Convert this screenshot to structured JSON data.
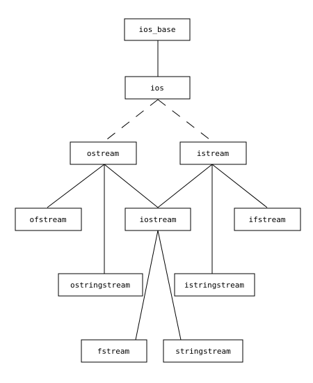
{
  "nodes": {
    "ios_base": "ios_base",
    "ios": "ios",
    "ostream": "ostream",
    "istream": "istream",
    "ofstream": "ofstream",
    "iostream": "iostream",
    "ifstream": "ifstream",
    "ostringstream": "ostringstream",
    "istringstream": "istringstream",
    "fstream": "fstream",
    "stringstream": "stringstream"
  },
  "edges": [
    {
      "from": "ios_base",
      "to": "ios",
      "style": "solid"
    },
    {
      "from": "ios",
      "to": "ostream",
      "style": "dashed"
    },
    {
      "from": "ios",
      "to": "istream",
      "style": "dashed"
    },
    {
      "from": "ostream",
      "to": "ofstream",
      "style": "solid"
    },
    {
      "from": "ostream",
      "to": "ostringstream",
      "style": "solid"
    },
    {
      "from": "ostream",
      "to": "iostream",
      "style": "solid"
    },
    {
      "from": "istream",
      "to": "iostream",
      "style": "solid"
    },
    {
      "from": "istream",
      "to": "istringstream",
      "style": "solid"
    },
    {
      "from": "istream",
      "to": "ifstream",
      "style": "solid"
    },
    {
      "from": "iostream",
      "to": "fstream",
      "style": "solid"
    },
    {
      "from": "iostream",
      "to": "stringstream",
      "style": "solid"
    }
  ]
}
